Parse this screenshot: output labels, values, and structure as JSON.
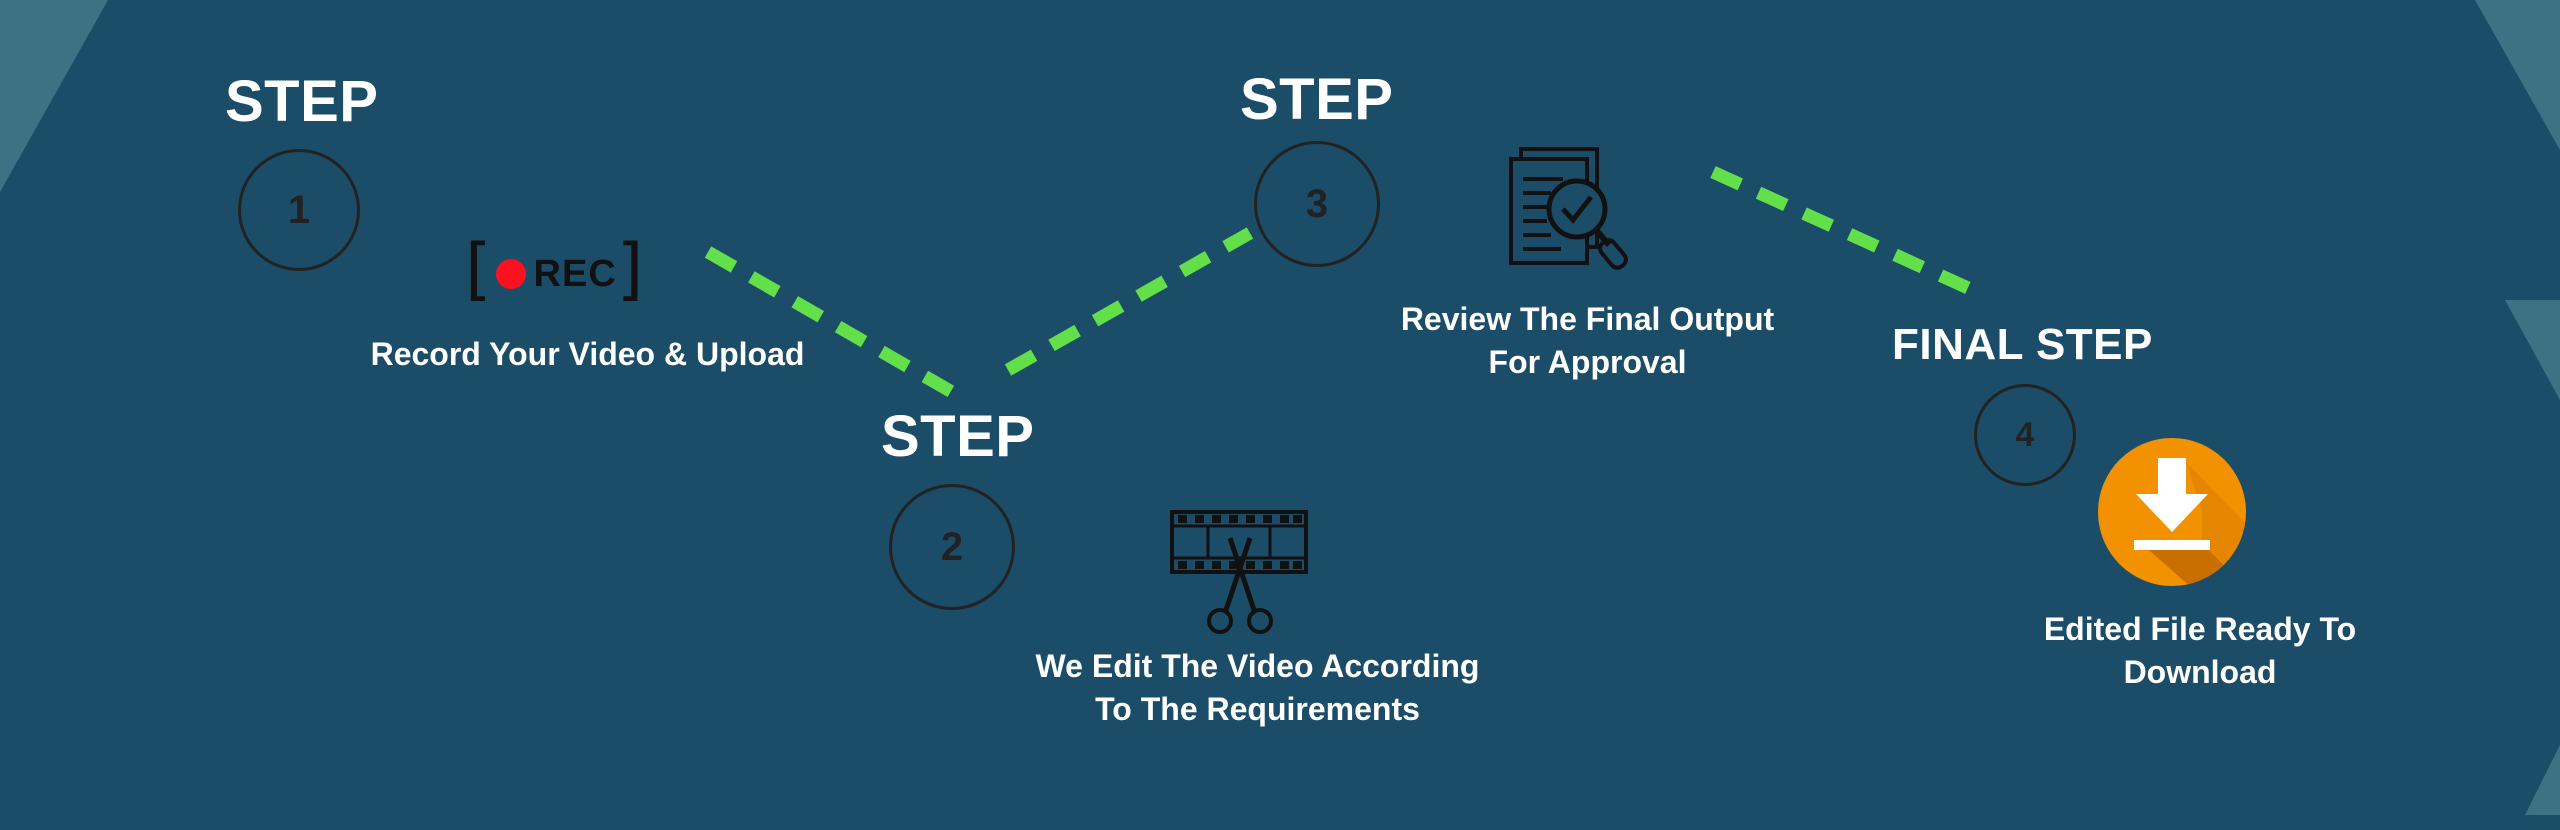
{
  "colors": {
    "background": "#1b4d68",
    "dash_line": "#63df4a",
    "circle_text": "#222222",
    "download_orange": "#f39200",
    "rec_dot": "#ff1020",
    "decor_triangle": "#3c7284"
  },
  "steps": [
    {
      "title": "STEP",
      "number": "1",
      "caption": "Record Your Video & Upload",
      "icon": "rec-icon"
    },
    {
      "title": "STEP",
      "number": "2",
      "caption_lines": [
        "We Edit The Video According",
        "To The Requirements"
      ],
      "icon": "film-scissors-icon"
    },
    {
      "title": "STEP",
      "number": "3",
      "caption_lines": [
        "Review The Final Output",
        "For Approval"
      ],
      "icon": "document-search-icon"
    },
    {
      "title": "FINAL STEP",
      "number": "4",
      "caption_lines": [
        "Edited File Ready To",
        "Download"
      ],
      "icon": "download-icon"
    }
  ],
  "rec_label": "REC"
}
